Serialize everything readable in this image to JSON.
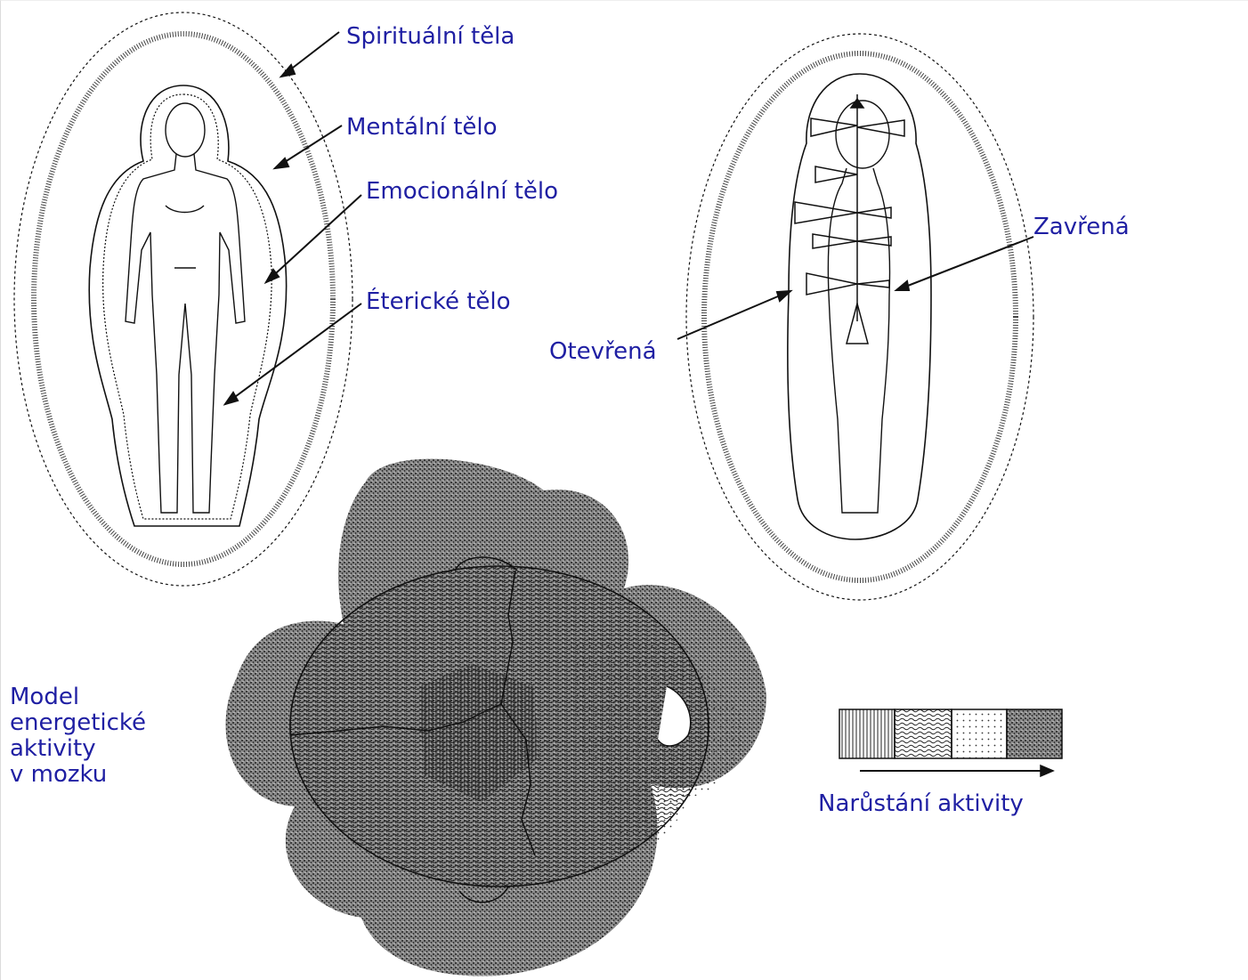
{
  "colors": {
    "label_text": "#1f1fa3",
    "line_art": "#111111",
    "stipple": "#555555"
  },
  "aura_figure": {
    "labels": {
      "spiritual": "Spirituální těla",
      "mental": "Mentální tělo",
      "emotional": "Emocionální tělo",
      "etheric": "Éterické tělo"
    }
  },
  "chakra_figure": {
    "labels": {
      "closed": "Zavřená",
      "open": "Otevřená"
    }
  },
  "brain_model": {
    "caption_lines": [
      "Model",
      "energetické",
      "aktivity",
      "v mozku"
    ]
  },
  "activity_legend": {
    "caption": "Narůstání aktivity",
    "swatches": [
      "vertical-lines",
      "waves",
      "dots",
      "dense-stipple"
    ]
  }
}
